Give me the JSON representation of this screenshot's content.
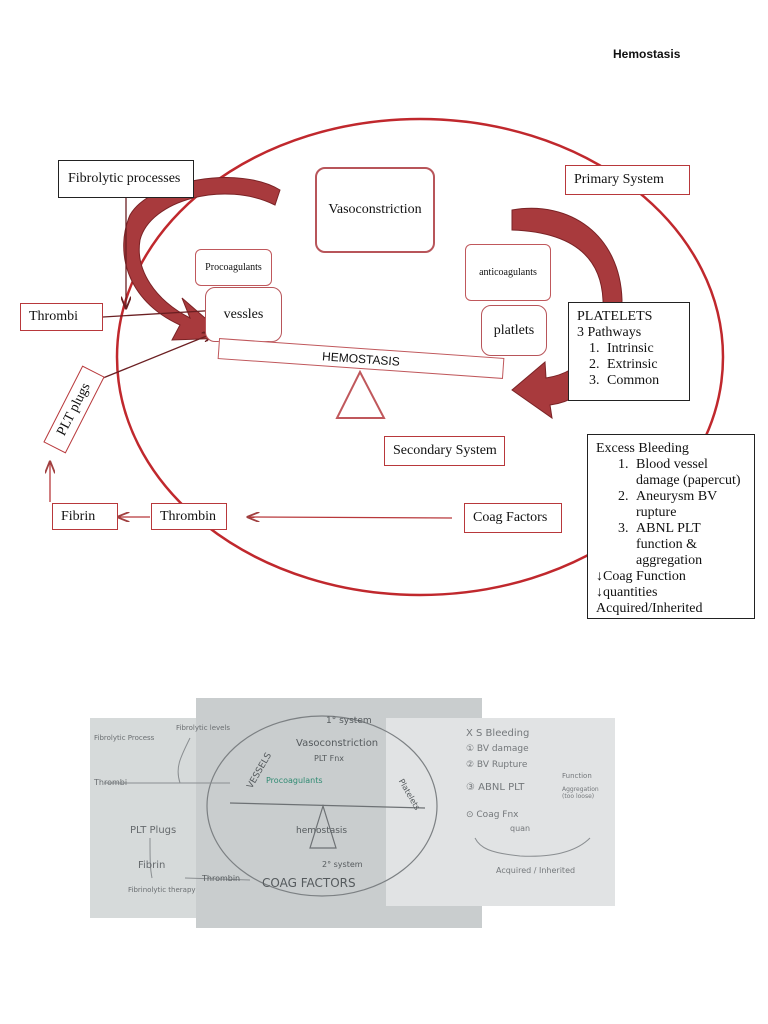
{
  "page": {
    "title": "Hemostasis"
  },
  "diagram": {
    "fibrolytic": "Fibrolytic processes",
    "primary_system": "Primary System",
    "vasoconstriction": "Vasoconstriction",
    "procoagulants": "Procoagulants",
    "anticoagulants": "anticoagulants",
    "vessles": "vessles",
    "platlets": "platlets",
    "hemostasis_beam": "HEMOSTASIS",
    "thrombi": "Thrombi",
    "plt_plugs": "PLT plugs",
    "secondary_system": "Secondary System",
    "fibrin": "Fibrin",
    "thrombin": "Thrombin",
    "coag_factors": "Coag Factors",
    "platelets_box": {
      "title": "PLATELETS",
      "subtitle": "3 Pathways",
      "items": [
        "Intrinsic",
        "Extrinsic",
        "Common"
      ]
    },
    "bleeding_box": {
      "title": "Excess Bleeding",
      "items": [
        "Blood vessel damage (papercut)",
        "Aneurysm BV rupture",
        "ABNL PLT function & aggregation"
      ],
      "line1": "↓Coag Function",
      "line2": "↓quantities",
      "line3": "Acquired/Inherited"
    },
    "colors": {
      "accent": "#b8383b",
      "arrow_fill": "#a83a3d",
      "ellipse": "#c0282d"
    }
  },
  "photo": {
    "left": {
      "title": "Fibrolytic Process",
      "fibrolytic": "Fibrolytic levels",
      "thrombi": "Thrombi",
      "plt_plugs": "PLT Plugs",
      "fibrin": "Fibrin",
      "fibrinolytic": "Fibrinolytic therapy"
    },
    "center": {
      "system": "1° system",
      "vasoconstriction": "Vasoconstriction",
      "plt_fnx": "PLT Fnx",
      "vessels": "VESSELS",
      "procoagulants": "Procoagulants",
      "platelets": "Platelets",
      "hemostasis": "hemostasis",
      "secondary": "2° system",
      "thrombin": "Thrombin",
      "coag_factors": "COAG FACTORS"
    },
    "right": {
      "xs_bleeding": "X S Bleeding",
      "bv_damage": "① BV damage",
      "bv_rupture": "② BV Rupture",
      "abnl_plt": "③ ABNL PLT",
      "function": "Function",
      "aggregation": "Aggregation (too loose)",
      "coag_fnx": "⊙ Coag Fnx",
      "quant": "quan",
      "acquired": "Acquired / Inherited"
    }
  }
}
